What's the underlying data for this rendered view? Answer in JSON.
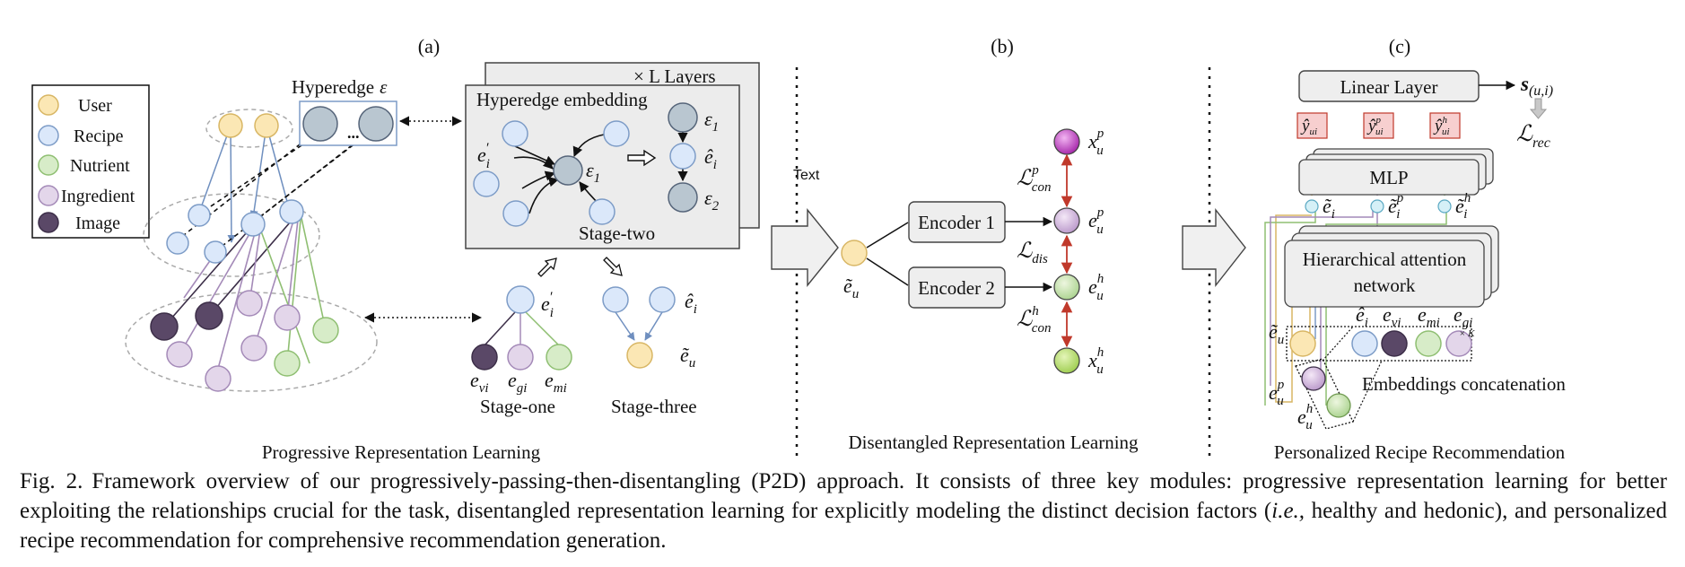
{
  "panels": {
    "a": {
      "tag": "(a)",
      "caption": "Progressive Representation Learning"
    },
    "b": {
      "tag": "(b)",
      "caption": "Disentangled Representation Learning"
    },
    "c": {
      "tag": "(c)",
      "caption": "Personalized Recipe Recommendation"
    }
  },
  "legend": [
    {
      "label": "User",
      "color": "#fbe7b4",
      "stroke": "#d8b664"
    },
    {
      "label": "Recipe",
      "color": "#dbe8fa",
      "stroke": "#7d9cc7"
    },
    {
      "label": "Nutrient",
      "color": "#d7ecc8",
      "stroke": "#8fbf72"
    },
    {
      "label": "Ingredient",
      "color": "#e3d6ea",
      "stroke": "#a48ab8"
    },
    {
      "label": "Image",
      "color": "#5a4867",
      "stroke": "#3c2e48"
    }
  ],
  "panel_a": {
    "hyperedge_label": "Hyperedge",
    "hyperedge_symbol": "ε",
    "ellipsis": "...",
    "layers_label": "× L Layers",
    "hyperedge_embedding": "Hyperedge embedding",
    "stage_two": "Stage-two",
    "stage_one": "Stage-one",
    "stage_three": "Stage-three",
    "e_i_prime": "e",
    "eps1": "ε",
    "eps2": "ε",
    "e_hat": "ê",
    "e_tilde_u": "ẽ",
    "sub_1": "1",
    "sub_2": "2",
    "sub_i": "i",
    "sub_u": "u",
    "prime": "′",
    "e": "e",
    "sub_vi": "vi",
    "sub_gi": "gi",
    "sub_mi": "mi"
  },
  "panel_b": {
    "text_tag": "Text",
    "encoder1": "Encoder 1",
    "encoder2": "Encoder 2",
    "L": "ℒ",
    "con": "con",
    "dis": "dis",
    "x": "x",
    "e": "e",
    "p": "p",
    "h": "h",
    "u": "u",
    "e_tilde": "ẽ"
  },
  "panel_c": {
    "linear_layer": "Linear Layer",
    "mlp": "MLP",
    "han_line1": "Hierarchical attention",
    "han_line2": "network",
    "score": "s",
    "score_sub": "(u,i)",
    "loss": "ℒ",
    "loss_sub": "rec",
    "y_hat": "ŷ",
    "ui": "ui",
    "p": "p",
    "h": "h",
    "e_tilde": "ẽ",
    "e_hat": "ê",
    "e": "e",
    "sub_i": "i",
    "sub_u": "u",
    "sub_vi": "vi",
    "sub_mi": "mi",
    "sub_gi": "gi",
    "times_k": "× K",
    "concat": "Embeddings concatenation"
  },
  "caption": {
    "lead": "Fig. 2.",
    "part1": "Framework overview of our progressively-passing-then-disentangling (P2D) approach. It consists of three key modules: progressive representation learning for better exploiting the relationships crucial for the task, disentangled representation learning for explicitly modeling the distinct decision factors (",
    "ie": "i.e.,",
    "part2": " healthy and hedonic), and personalized recipe recommendation for comprehensive recommendation generation."
  }
}
